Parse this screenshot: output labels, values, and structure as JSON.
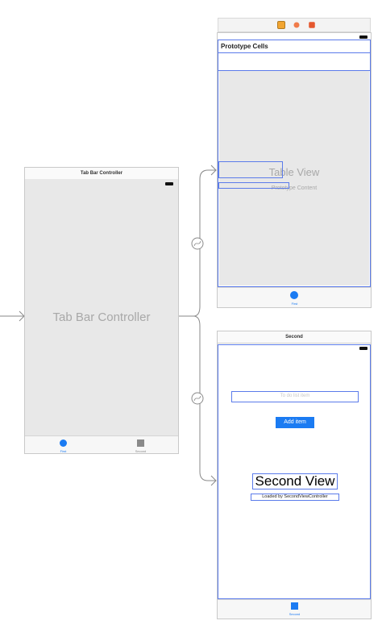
{
  "tab_bar_controller": {
    "title": "Tab Bar Controller",
    "center_label": "Tab Bar Controller",
    "tab_first_label": "First",
    "tab_second_label": "Second"
  },
  "table_view_scene": {
    "section_header": "Prototype Cells",
    "center_title": "Table View",
    "center_subtitle": "Prototype Content",
    "tab_label": "First"
  },
  "second_scene": {
    "title": "Second",
    "text_field_placeholder": "To do list item",
    "add_button_label": "Add item",
    "heading": "Second View",
    "caption": "Loaded by SecondViewController",
    "tab_label": "Second"
  },
  "colors": {
    "accent_blue": "#1b7bf2",
    "outline_blue": "#5b7bea",
    "dock_yellow": "#f2a531",
    "dock_orange": "#f07b4a",
    "dock_red": "#e4572e"
  },
  "icons": [
    "view-controller-icon",
    "first-responder-icon",
    "exit-icon",
    "relationship-segue-icon",
    "circle-tab-icon",
    "square-tab-icon"
  ]
}
